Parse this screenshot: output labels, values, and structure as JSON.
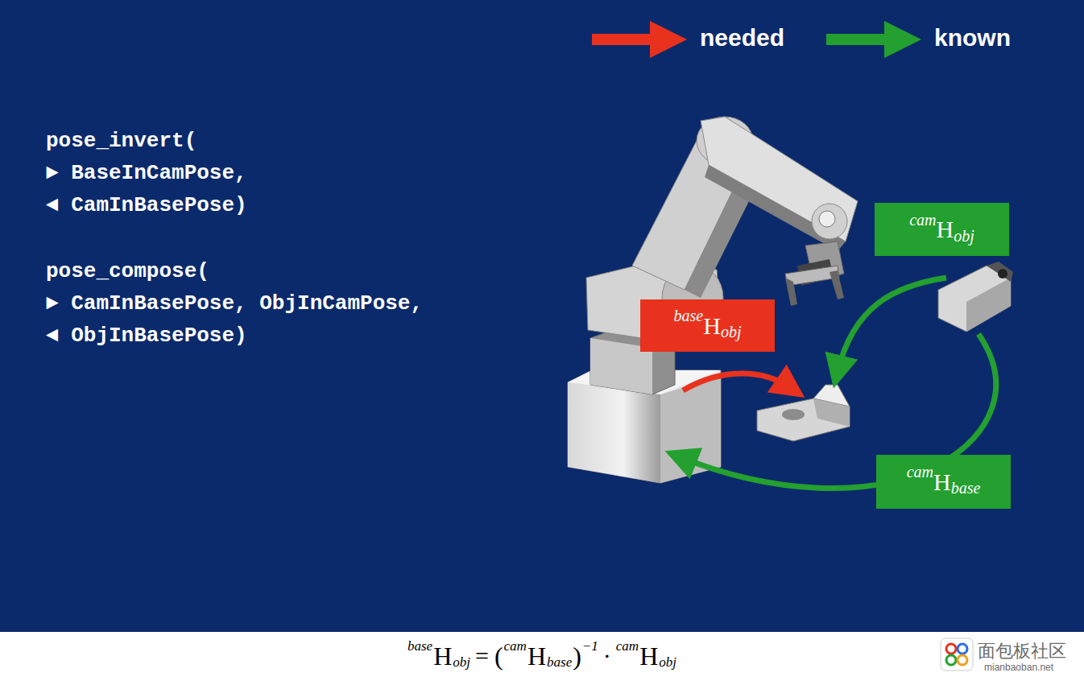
{
  "diagram": {
    "nodes": [
      {
        "text": [
          "cam",
          "H",
          "obj"
        ]
      },
      {
        "text": [
          "base",
          "H",
          "obj"
        ]
      },
      {
        "text": [
          "cam",
          "H",
          "base"
        ]
      }
    ],
    "labels": [
      "pose_invert(",
      "► BaseInCamPose,",
      "◄ CamInBasePose)",
      "pose_compose(",
      "► CamInBasePose, ObjInCamPose,",
      "◄ ObjInBasePose)",
      "base",
      "H",
      "obj",
      "=",
      "(",
      "cam",
      "H",
      "base",
      ")",
      "−1",
      "·",
      "cam",
      "H",
      "obj",
      "面包板社区",
      "mianbaoban.net"
    ],
    "legend": [
      {
        "text": "needed",
        "color": "#e8321e"
      },
      {
        "text": "known",
        "color": "#23a02f"
      }
    ]
  }
}
